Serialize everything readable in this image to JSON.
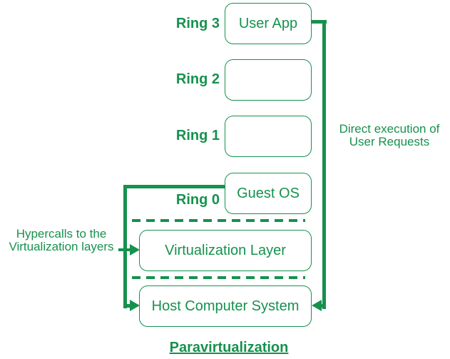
{
  "diagram": {
    "title": "Paravirtualization",
    "accent_color": "#16914E",
    "background_color": "#ffffff",
    "rings": [
      {
        "label": "Ring 3",
        "box": "User App"
      },
      {
        "label": "Ring 2",
        "box": ""
      },
      {
        "label": "Ring 1",
        "box": ""
      },
      {
        "label": "Ring 0",
        "box": "Guest OS"
      }
    ],
    "layers": [
      {
        "box": "Virtualization Layer"
      },
      {
        "box": "Host Computer System"
      }
    ],
    "annotations": {
      "hypercalls_line1": "Hypercalls to the",
      "hypercalls_line2": "Virtualization layers",
      "direct_exec_line1": "Direct execution of",
      "direct_exec_line2": "User Requests"
    }
  }
}
